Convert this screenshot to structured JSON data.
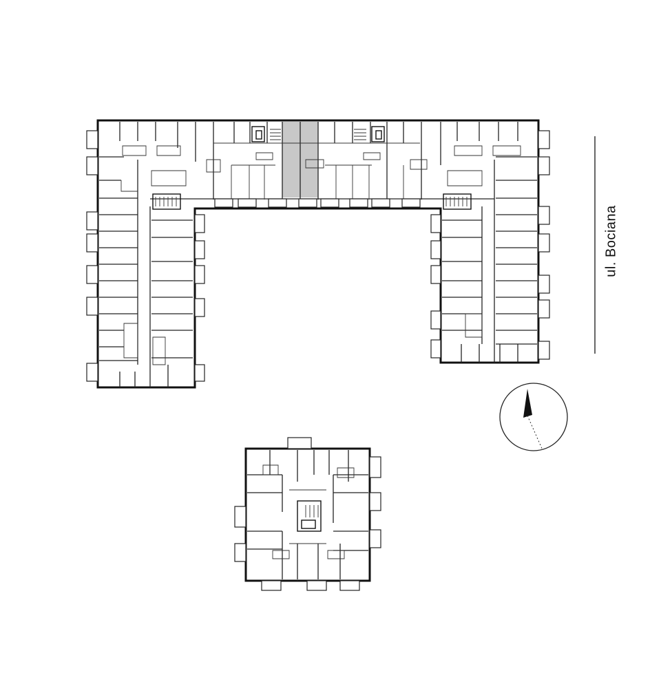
{
  "street": {
    "label": "ul. Bociana"
  },
  "colors": {
    "wall": "#111111",
    "highlight_unit": "#c8c8c8",
    "background": "#ffffff"
  },
  "compass": {
    "icon": "north-arrow-icon"
  },
  "buildings": [
    {
      "name": "u-shaped-building",
      "highlighted_units": 1
    },
    {
      "name": "square-building",
      "highlighted_units": 0
    }
  ]
}
